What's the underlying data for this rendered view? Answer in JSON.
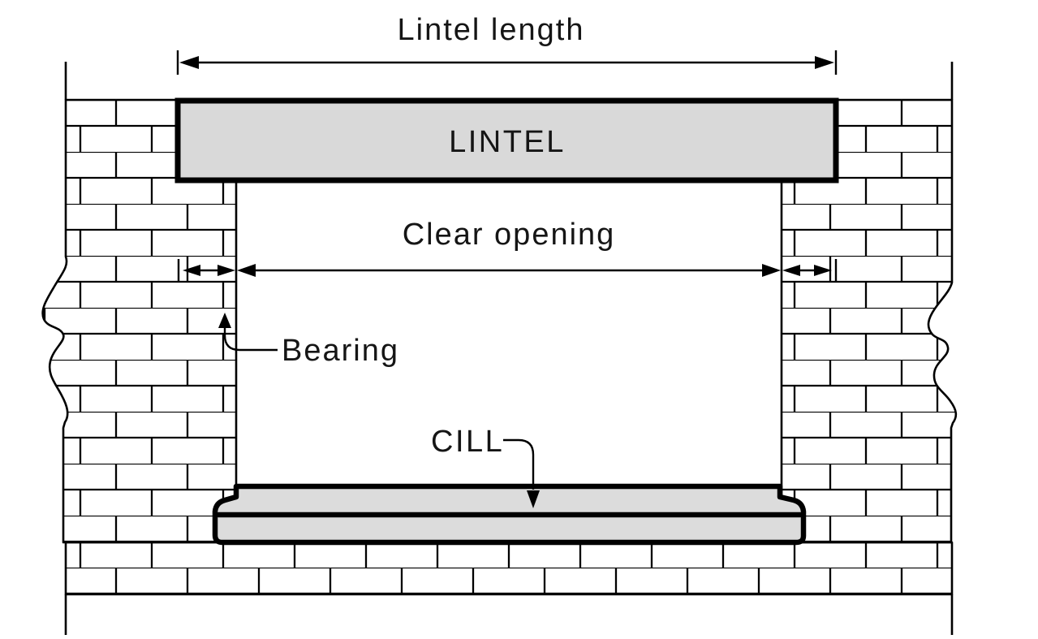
{
  "diagram": {
    "kind": "construction-detail-lintel-and-cill",
    "labels": {
      "lintel_length": "Lintel length",
      "lintel": "LINTEL",
      "clear_opening": "Clear opening",
      "bearing": "Bearing",
      "cill": "CILL"
    },
    "colors": {
      "line": "#000000",
      "lintel_fill": "#d9d9d9",
      "cill_fill": "#dcdcdc",
      "background": "#ffffff"
    }
  }
}
